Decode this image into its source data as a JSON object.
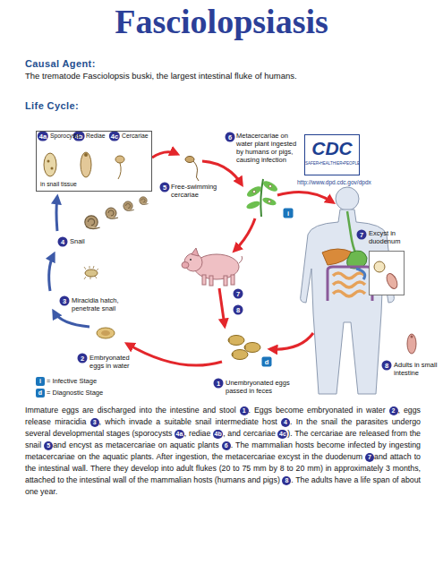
{
  "diagram": {
    "title": "Fasciolopsiasis",
    "nodes": [
      {
        "text": [
          "Sporocysts",
          "Rediae",
          "Cercariae",
          "in snail tissue"
        ]
      },
      {
        "text": [
          "CDC",
          "SAFER•HEALTHIER•PEOPLE"
        ]
      },
      {
        "text": [
          "Excyst in duodenum"
        ]
      }
    ],
    "labels": [
      "Causal Agent:",
      "The trematode Fasciolopsis buski, the largest intestinal fluke of humans.",
      "Life Cycle:",
      "4a",
      "4b",
      "4c",
      "6",
      "Metacercariae on water plant ingested by humans or pigs, causing infection",
      "5",
      "Free-swimming cercariae",
      "i",
      "4",
      "Snail",
      "7",
      "3",
      "Miracidia hatch, penetrate snail",
      "7",
      "8",
      "2",
      "Embryonated eggs in water",
      "d",
      "8",
      "Adults in small intestine",
      "1",
      "Unembryonated eggs passed in feces",
      "i",
      "d",
      "http://www.dpd.cdc.gov/dpdx",
      "Immature eggs are discharged into the intestine and stool ",
      "1",
      ". Eggs become embryonated in water ",
      "2",
      ", eggs release miracidia ",
      "3",
      ", which invade a suitable snail intermediate host ",
      "4",
      ". In the snail the parasites undergo several developmental stages (sporocysts ",
      "4a",
      ", rediae ",
      "4b",
      ", and cercariae ",
      "4c",
      "). The cercariae are released from the snail ",
      "5",
      "and encyst as metacercariae on aquatic plants ",
      "6",
      ". The mammalian hosts become infected by ingesting metacercariae on the aquatic plants. After ingestion, the metacercariae excyst in the duodenum ",
      "7",
      "and attach to the intestinal wall. There they develop into adult flukes (20 to 75 mm by 8 to 20 mm) in approximately 3 months, attached to the intestinal wall of the mammalian hosts (humans and pigs) ",
      "8",
      ". The adults have a life span of about one year."
    ],
    "legend": [
      {
        "text": "= Infective Stage",
        "color": "#1b75bb"
      },
      {
        "text": "= Diagnostic Stage",
        "color": "#1b75bb"
      }
    ]
  }
}
